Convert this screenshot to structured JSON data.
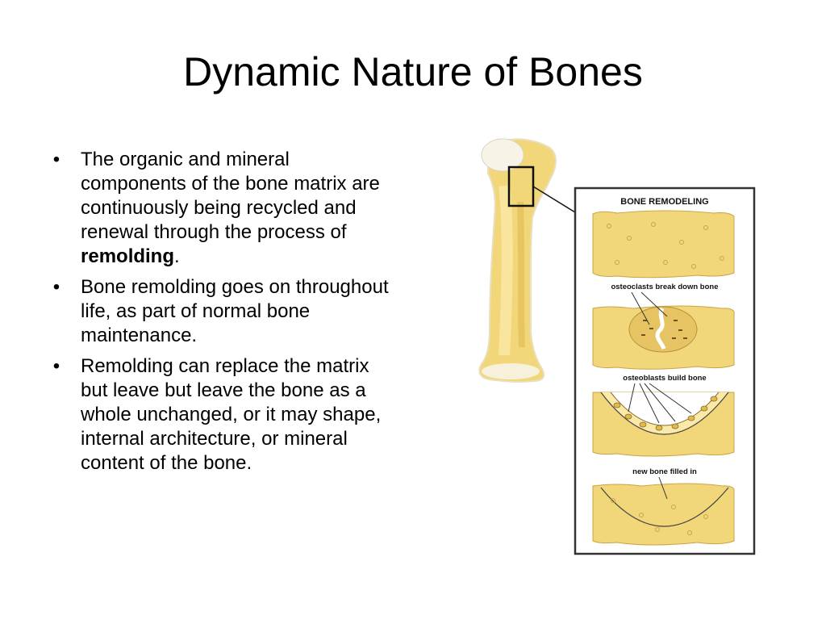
{
  "slide": {
    "title": "Dynamic Nature of Bones",
    "bullets": [
      {
        "text_before": "The organic and mineral components of the bone matrix are continuously being recycled and renewal through the process of ",
        "bold": "remolding",
        "text_after": "."
      },
      {
        "text_before": "Bone remolding goes on throughout life, as part of normal bone maintenance.",
        "bold": "",
        "text_after": ""
      },
      {
        "text_before": "Remolding can replace the matrix but leave but leave the bone as a whole unchanged, or it may shape, internal architecture, or mineral content of the bone.",
        "bold": "",
        "text_after": ""
      }
    ],
    "bullet_glyph": "•"
  },
  "figure": {
    "panel_title": "BONE REMODELING",
    "labels": {
      "step2": "osteoclasts break down bone",
      "step3": "osteoblasts build bone",
      "step4": "new bone filled in"
    },
    "colors": {
      "bone_fill": "#f2d67a",
      "bone_dark": "#d9b24a",
      "bone_light": "#fbe9a8",
      "outline": "#2a2a2a",
      "head": "#f7f3e6"
    }
  }
}
